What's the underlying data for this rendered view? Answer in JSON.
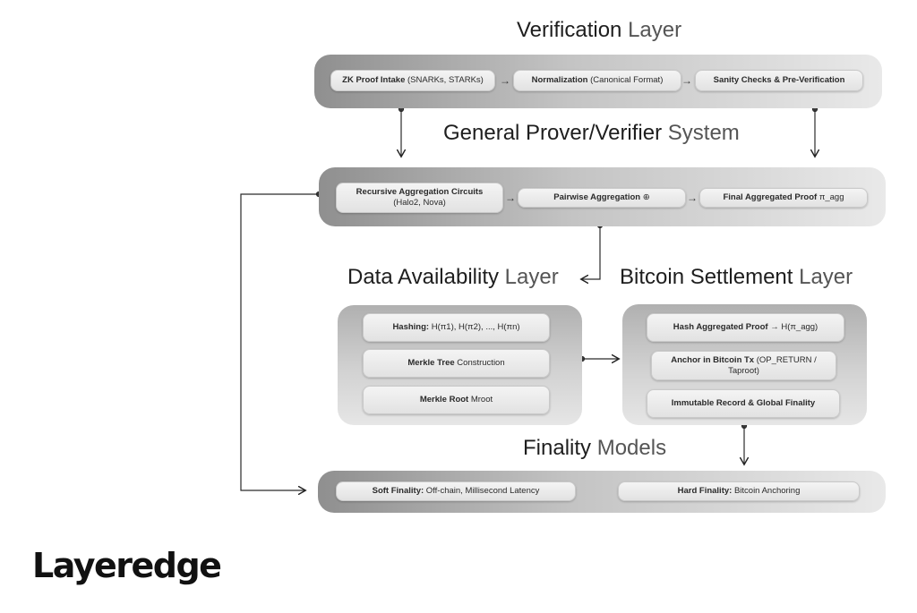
{
  "verification": {
    "title_main": "Verification",
    "title_muted": "Layer",
    "steps": [
      {
        "lead": "ZK Proof Intake",
        "rest": "(SNARKs, STARKs)"
      },
      {
        "lead": "Normalization",
        "rest": "(Canonical Format)"
      },
      {
        "lead": "Sanity Checks & Pre-Verification",
        "rest": ""
      }
    ]
  },
  "prover": {
    "title_main": "General Prover/Verifier",
    "title_muted": "System",
    "steps": [
      {
        "lead": "Recursive Aggregation Circuits",
        "rest": "(Halo2, Nova)"
      },
      {
        "lead": "Pairwise Aggregation",
        "rest": "⊕"
      },
      {
        "lead": "Final Aggregated Proof",
        "rest": "π_agg"
      }
    ]
  },
  "data_availability": {
    "title_main": "Data Availability",
    "title_muted": "Layer",
    "steps": [
      {
        "lead": "Hashing:",
        "rest": "H(π1), H(π2), ..., H(πn)"
      },
      {
        "lead": "Merkle Tree",
        "rest": "Construction"
      },
      {
        "lead": "Merkle Root",
        "rest": "Mroot"
      }
    ]
  },
  "bitcoin": {
    "title_main": "Bitcoin Settlement",
    "title_muted": "Layer",
    "steps": [
      {
        "lead": "Hash Aggregated Proof",
        "rest": "→ H(π_agg)"
      },
      {
        "lead": "Anchor in Bitcoin Tx",
        "rest": "(OP_RETURN / Taproot)"
      },
      {
        "lead": "Immutable Record & Global Finality",
        "rest": ""
      }
    ]
  },
  "finality": {
    "title_main": "Finality",
    "title_muted": "Models",
    "steps": [
      {
        "lead": "Soft Finality:",
        "rest": "Off-chain, Millisecond Latency"
      },
      {
        "lead": "Hard Finality:",
        "rest": "Bitcoin Anchoring"
      }
    ]
  },
  "arrow_glyph": "→",
  "logo": "Layeredge"
}
